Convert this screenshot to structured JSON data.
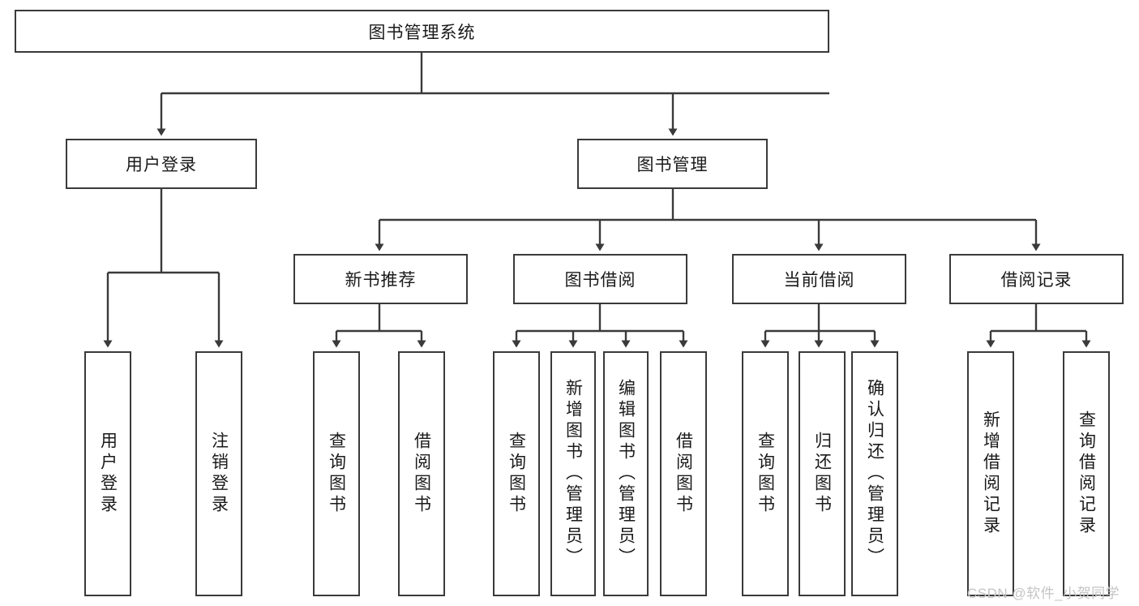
{
  "diagram": {
    "type": "hierarchy-tree",
    "title": "图书管理系统",
    "orientation": "top-down",
    "root": {
      "label": "图书管理系统",
      "id": "root"
    },
    "level2": [
      {
        "id": "user-login",
        "label": "用户登录"
      },
      {
        "id": "book-manage",
        "label": "图书管理"
      }
    ],
    "level3": [
      {
        "id": "new-book-recommend",
        "label": "新书推荐",
        "parent": "book-manage"
      },
      {
        "id": "book-borrow",
        "label": "图书借阅",
        "parent": "book-manage"
      },
      {
        "id": "current-borrow",
        "label": "当前借阅",
        "parent": "book-manage"
      },
      {
        "id": "borrow-record",
        "label": "借阅记录",
        "parent": "book-manage"
      }
    ],
    "leaves": [
      {
        "id": "leaf-user-login",
        "label": "用户登录",
        "parent": "user-login"
      },
      {
        "id": "leaf-user-logout",
        "label": "注销登录",
        "parent": "user-login"
      },
      {
        "id": "leaf-query-book-1",
        "label": "查询图书",
        "parent": "new-book-recommend"
      },
      {
        "id": "leaf-borrow-book-1",
        "label": "借阅图书",
        "parent": "new-book-recommend"
      },
      {
        "id": "leaf-query-book-2",
        "label": "查询图书",
        "parent": "book-borrow"
      },
      {
        "id": "leaf-add-book",
        "label": "新增图书（管理员）",
        "parent": "book-borrow"
      },
      {
        "id": "leaf-edit-book",
        "label": "编辑图书（管理员）",
        "parent": "book-borrow"
      },
      {
        "id": "leaf-borrow-book-2",
        "label": "借阅图书",
        "parent": "book-borrow"
      },
      {
        "id": "leaf-query-book-3",
        "label": "查询图书",
        "parent": "current-borrow"
      },
      {
        "id": "leaf-return-book",
        "label": "归还图书",
        "parent": "current-borrow"
      },
      {
        "id": "leaf-confirm-return",
        "label": "确认归还（管理员）",
        "parent": "current-borrow"
      },
      {
        "id": "leaf-add-record",
        "label": "新增借阅记录",
        "parent": "borrow-record"
      },
      {
        "id": "leaf-query-record",
        "label": "查询借阅记录",
        "parent": "borrow-record"
      }
    ],
    "colors": {
      "background": "#ffffff",
      "stroke": "#3a3a3a",
      "text": "#1a1a1a",
      "watermark": "#c4c4c4"
    }
  },
  "watermark": {
    "text": "CSDN @软件_小贺同学"
  }
}
